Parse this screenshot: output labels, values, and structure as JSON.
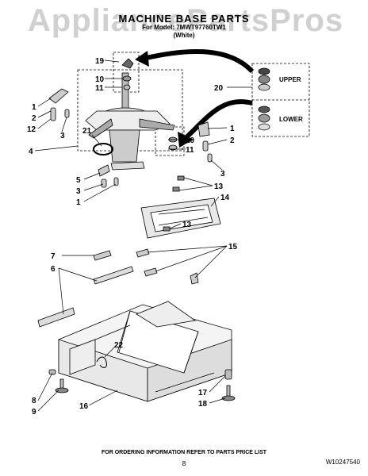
{
  "header": {
    "watermark": "AppliancePartsPros",
    "title": "MACHINE BASE PARTS",
    "model_line": "For Model: 7MWT97760TW1",
    "color": "(White)"
  },
  "callouts": {
    "c1": "1",
    "c2": "2",
    "c3": "3",
    "c4": "4",
    "c5": "5",
    "c6": "6",
    "c7": "7",
    "c8": "8",
    "c9": "9",
    "c10": "10",
    "c11": "11",
    "c12": "12",
    "c13": "13",
    "c14": "14",
    "c15": "15",
    "c16": "16",
    "c17": "17",
    "c18": "18",
    "c19": "19",
    "c20": "20",
    "c21": "21",
    "c22": "22"
  },
  "labels": {
    "upper": "UPPER",
    "lower": "LOWER"
  },
  "footer": {
    "ordering_info": "FOR ORDERING INFORMATION REFER TO PARTS PRICE LIST",
    "page_number": "8",
    "document_number": "W10247540"
  }
}
